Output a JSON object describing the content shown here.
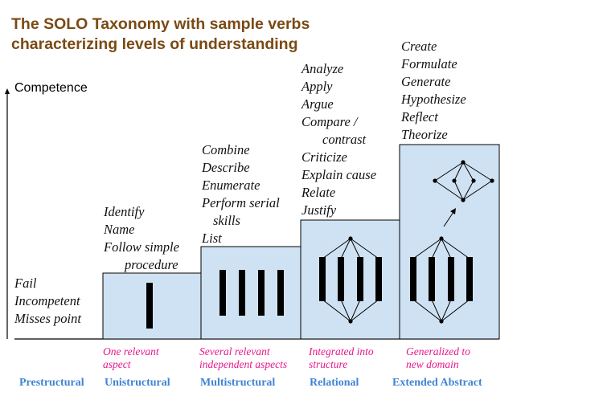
{
  "title_lines": [
    "The SOLO Taxonomy with sample verbs",
    "characterizing levels of understanding"
  ],
  "axis_label": "Competence",
  "levels": [
    {
      "name": "Prestructural",
      "verbs": [
        "Fail",
        "Incompetent",
        "Misses point"
      ],
      "description": []
    },
    {
      "name": "Unistructural",
      "verbs": [
        "Identify",
        "Name",
        "Follow simple",
        "procedure"
      ],
      "description": [
        "One relevant",
        "aspect"
      ]
    },
    {
      "name": "Multistructural",
      "verbs": [
        "Combine",
        "Describe",
        "Enumerate",
        "Perform serial",
        "skills",
        "List"
      ],
      "description": [
        "Several relevant",
        "independent aspects"
      ]
    },
    {
      "name": "Relational",
      "verbs": [
        "Analyze",
        "Apply",
        "Argue",
        "Compare /",
        "contrast",
        "Criticize",
        "Explain cause",
        "Relate",
        "Justify"
      ],
      "description": [
        "Integrated into",
        "structure"
      ]
    },
    {
      "name": "Extended Abstract",
      "verbs": [
        "Create",
        "Formulate",
        "Generate",
        "Hypothesize",
        "Reflect",
        "Theorize"
      ],
      "description": [
        "Generalized to",
        "new domain"
      ]
    }
  ],
  "colors": {
    "title": "#7a4a14",
    "step_fill": "#cfe2f3",
    "description": "#e8178a",
    "level_name": "#3f84d3"
  }
}
